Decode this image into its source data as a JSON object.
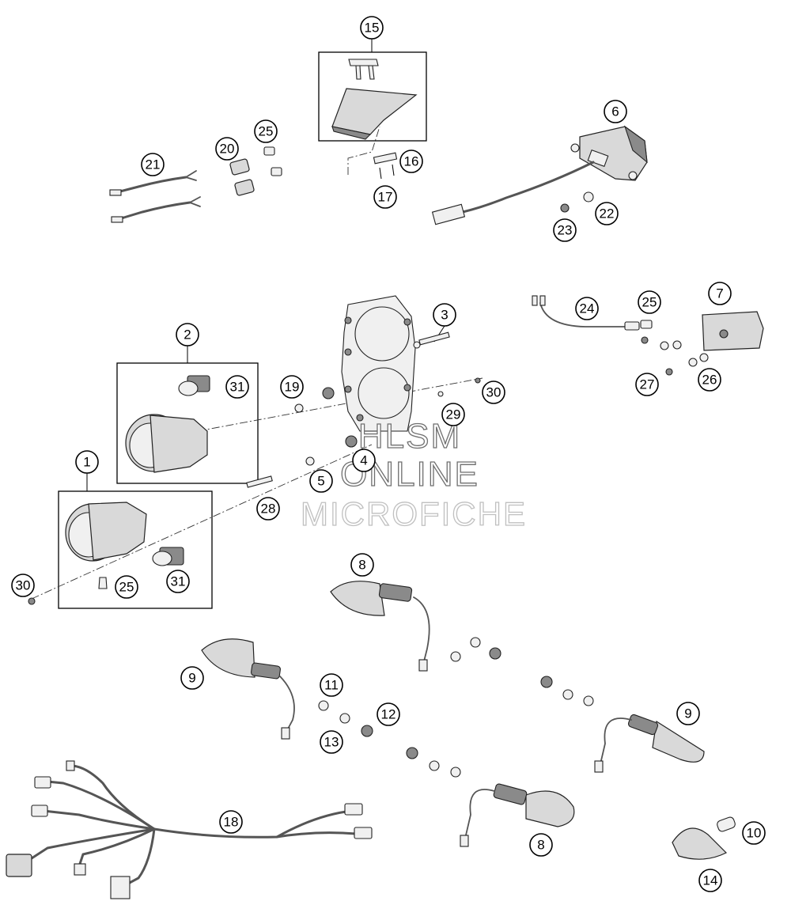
{
  "diagram": {
    "callouts": [
      {
        "id": "c15",
        "label": "15"
      },
      {
        "id": "c6",
        "label": "6"
      },
      {
        "id": "c25a",
        "label": "25"
      },
      {
        "id": "c20",
        "label": "20"
      },
      {
        "id": "c21",
        "label": "21"
      },
      {
        "id": "c16",
        "label": "16"
      },
      {
        "id": "c17",
        "label": "17"
      },
      {
        "id": "c22",
        "label": "22"
      },
      {
        "id": "c23",
        "label": "23"
      },
      {
        "id": "c3",
        "label": "3"
      },
      {
        "id": "c7",
        "label": "7"
      },
      {
        "id": "c24",
        "label": "24"
      },
      {
        "id": "c25b",
        "label": "25"
      },
      {
        "id": "c2",
        "label": "2"
      },
      {
        "id": "c31a",
        "label": "31"
      },
      {
        "id": "c19",
        "label": "19"
      },
      {
        "id": "c30a",
        "label": "30"
      },
      {
        "id": "c29",
        "label": "29"
      },
      {
        "id": "c27",
        "label": "27"
      },
      {
        "id": "c26",
        "label": "26"
      },
      {
        "id": "c4",
        "label": "4"
      },
      {
        "id": "c1",
        "label": "1"
      },
      {
        "id": "c5",
        "label": "5"
      },
      {
        "id": "c28",
        "label": "28"
      },
      {
        "id": "c30b",
        "label": "30"
      },
      {
        "id": "c25c",
        "label": "25"
      },
      {
        "id": "c31b",
        "label": "31"
      },
      {
        "id": "c8a",
        "label": "8"
      },
      {
        "id": "c9a",
        "label": "9"
      },
      {
        "id": "c11",
        "label": "11"
      },
      {
        "id": "c12",
        "label": "12"
      },
      {
        "id": "c13",
        "label": "13"
      },
      {
        "id": "c9b",
        "label": "9"
      },
      {
        "id": "c18",
        "label": "18"
      },
      {
        "id": "c8b",
        "label": "8"
      },
      {
        "id": "c10",
        "label": "10"
      },
      {
        "id": "c14",
        "label": "14"
      }
    ],
    "watermark": {
      "line1": "HLSM",
      "line2": "ONLINE",
      "line3": "MICROFICHE"
    }
  }
}
